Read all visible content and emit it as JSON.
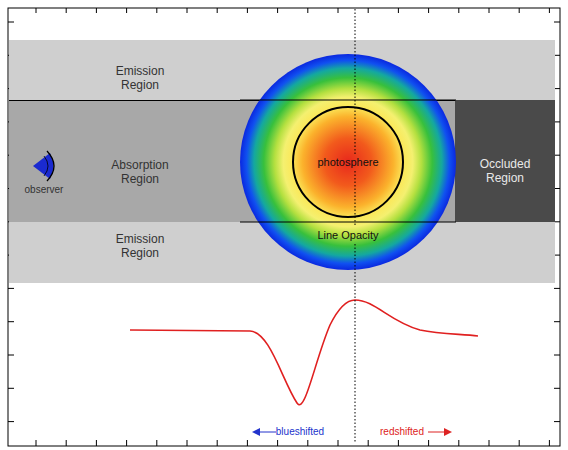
{
  "diagram": {
    "nodes": [
      {
        "text": [
          "Emission Region"
        ]
      },
      {
        "text": [
          "Absorption Region"
        ]
      },
      {
        "text": [
          "Line Opacity"
        ]
      },
      {
        "text": [
          "photosphere"
        ],
        "in": 2
      },
      {
        "text": [
          "Occluded Region"
        ]
      },
      {
        "text": [
          "Emission Region"
        ]
      }
    ],
    "labels": [
      "observer",
      "blueshifted",
      "redshifted"
    ]
  }
}
